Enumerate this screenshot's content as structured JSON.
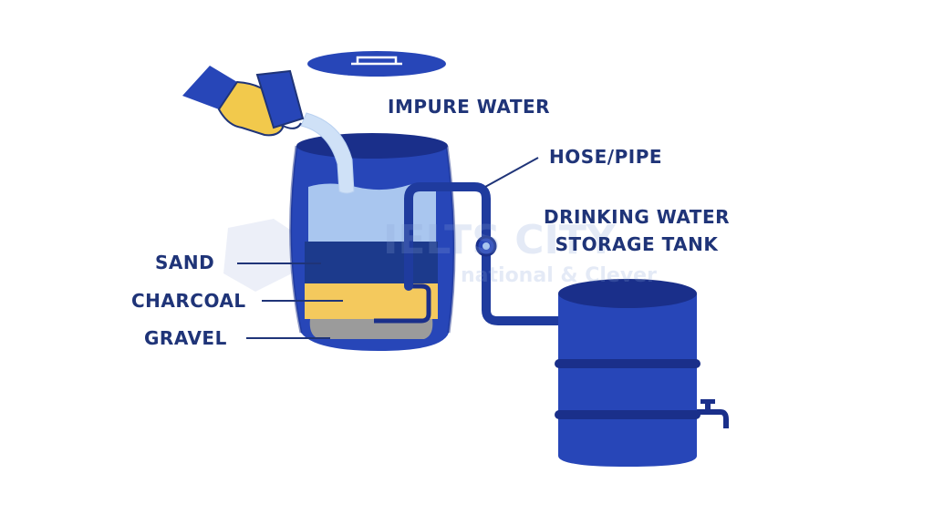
{
  "labels": {
    "impure_water": "IMPURE WATER",
    "hose_pipe": "HOSE/PIPE",
    "storage_tank_line1": "DRINKING WATER",
    "storage_tank_line2": "STORAGE TANK",
    "sand": "SAND",
    "charcoal": "CHARCOAL",
    "gravel": "GRAVEL"
  },
  "watermark": {
    "line1": "IELTS CITY",
    "line2": "national & Clever"
  },
  "colors": {
    "label_text": "#1f3478",
    "barrel_blue": "#2746b8",
    "barrel_dark": "#1a2f8a",
    "water_light": "#a9c6ef",
    "sand_layer": "#1c3a8c",
    "charcoal_layer": "#f4c95d",
    "gravel_layer": "#9b9b9b",
    "glove": "#f2c94c"
  },
  "icons": {
    "hand": "gloved-hand-icon",
    "tap": "faucet-icon",
    "valve": "valve-icon"
  }
}
